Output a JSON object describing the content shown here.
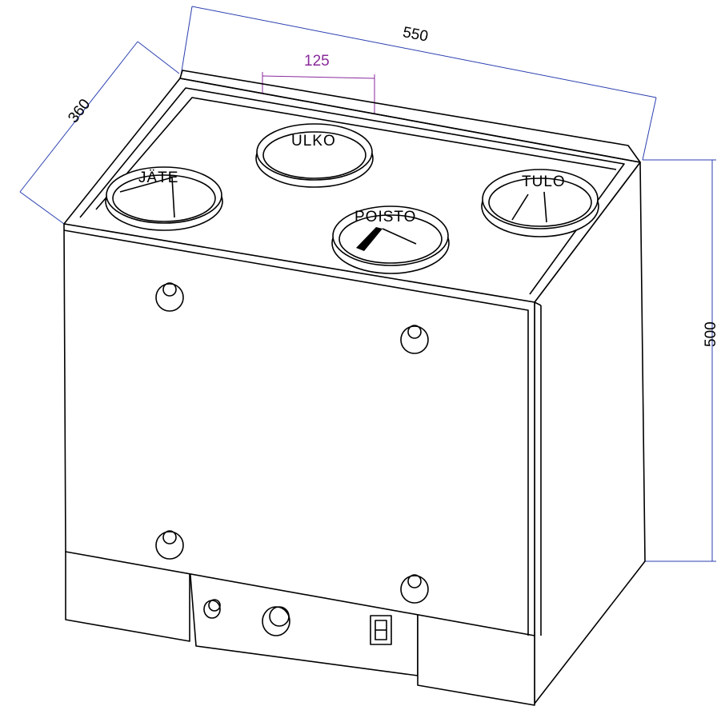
{
  "drawing": {
    "dimensions": {
      "width": "550",
      "depth": "360",
      "height": "500",
      "duct_diameter": "125"
    },
    "ports": {
      "ulko": "ULKO",
      "jate": "JÄTE",
      "poisto": "POISTO",
      "tulo": "TULO"
    },
    "colors": {
      "dimension_line": "#2a3fb0",
      "duct_dimension": "#8a2a9c"
    }
  }
}
